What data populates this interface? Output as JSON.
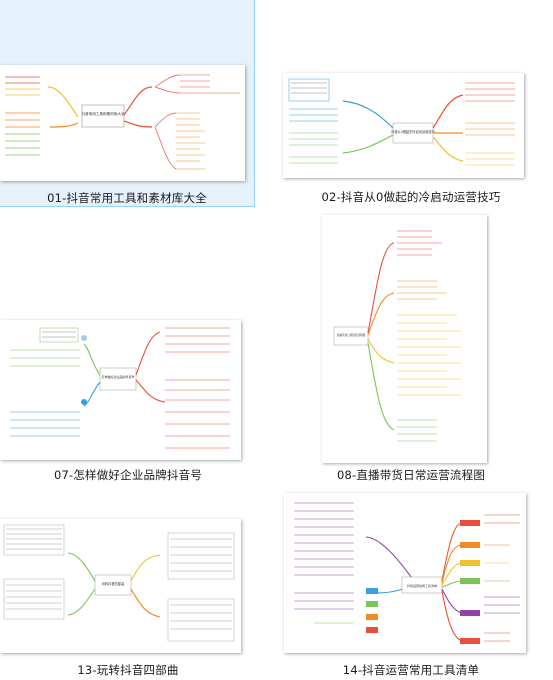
{
  "files": [
    {
      "label": "01-抖音常用工具和素材库大全",
      "center_text": "抖音常用工具和素材库大全",
      "selected": true
    },
    {
      "label": "02-抖音从0做起的冷启动运营技巧",
      "center_text": "抖音从0做起的冷启动运营技巧",
      "selected": false
    },
    {
      "label": "07-怎样做好企业品牌抖音号",
      "center_text": "怎样做好企业品牌抖音号",
      "selected": false
    },
    {
      "label": "08-直播带货日常运营流程图",
      "center_text": "直播带货日常运营流程图",
      "selected": false
    },
    {
      "label": "13-玩转抖音四部曲",
      "center_text": "玩转抖音四部曲",
      "selected": false
    },
    {
      "label": "14-抖音运营常用工具清单",
      "center_text": "抖音运营常用工具清单",
      "selected": false
    }
  ],
  "colors": {
    "selection_bg": "#e5f1fb",
    "selection_border": "#99d1ff",
    "branch_colors": [
      "#e8503a",
      "#f08a24",
      "#f2c12e",
      "#7cc35a",
      "#3aa0d8",
      "#8e44ad"
    ]
  }
}
